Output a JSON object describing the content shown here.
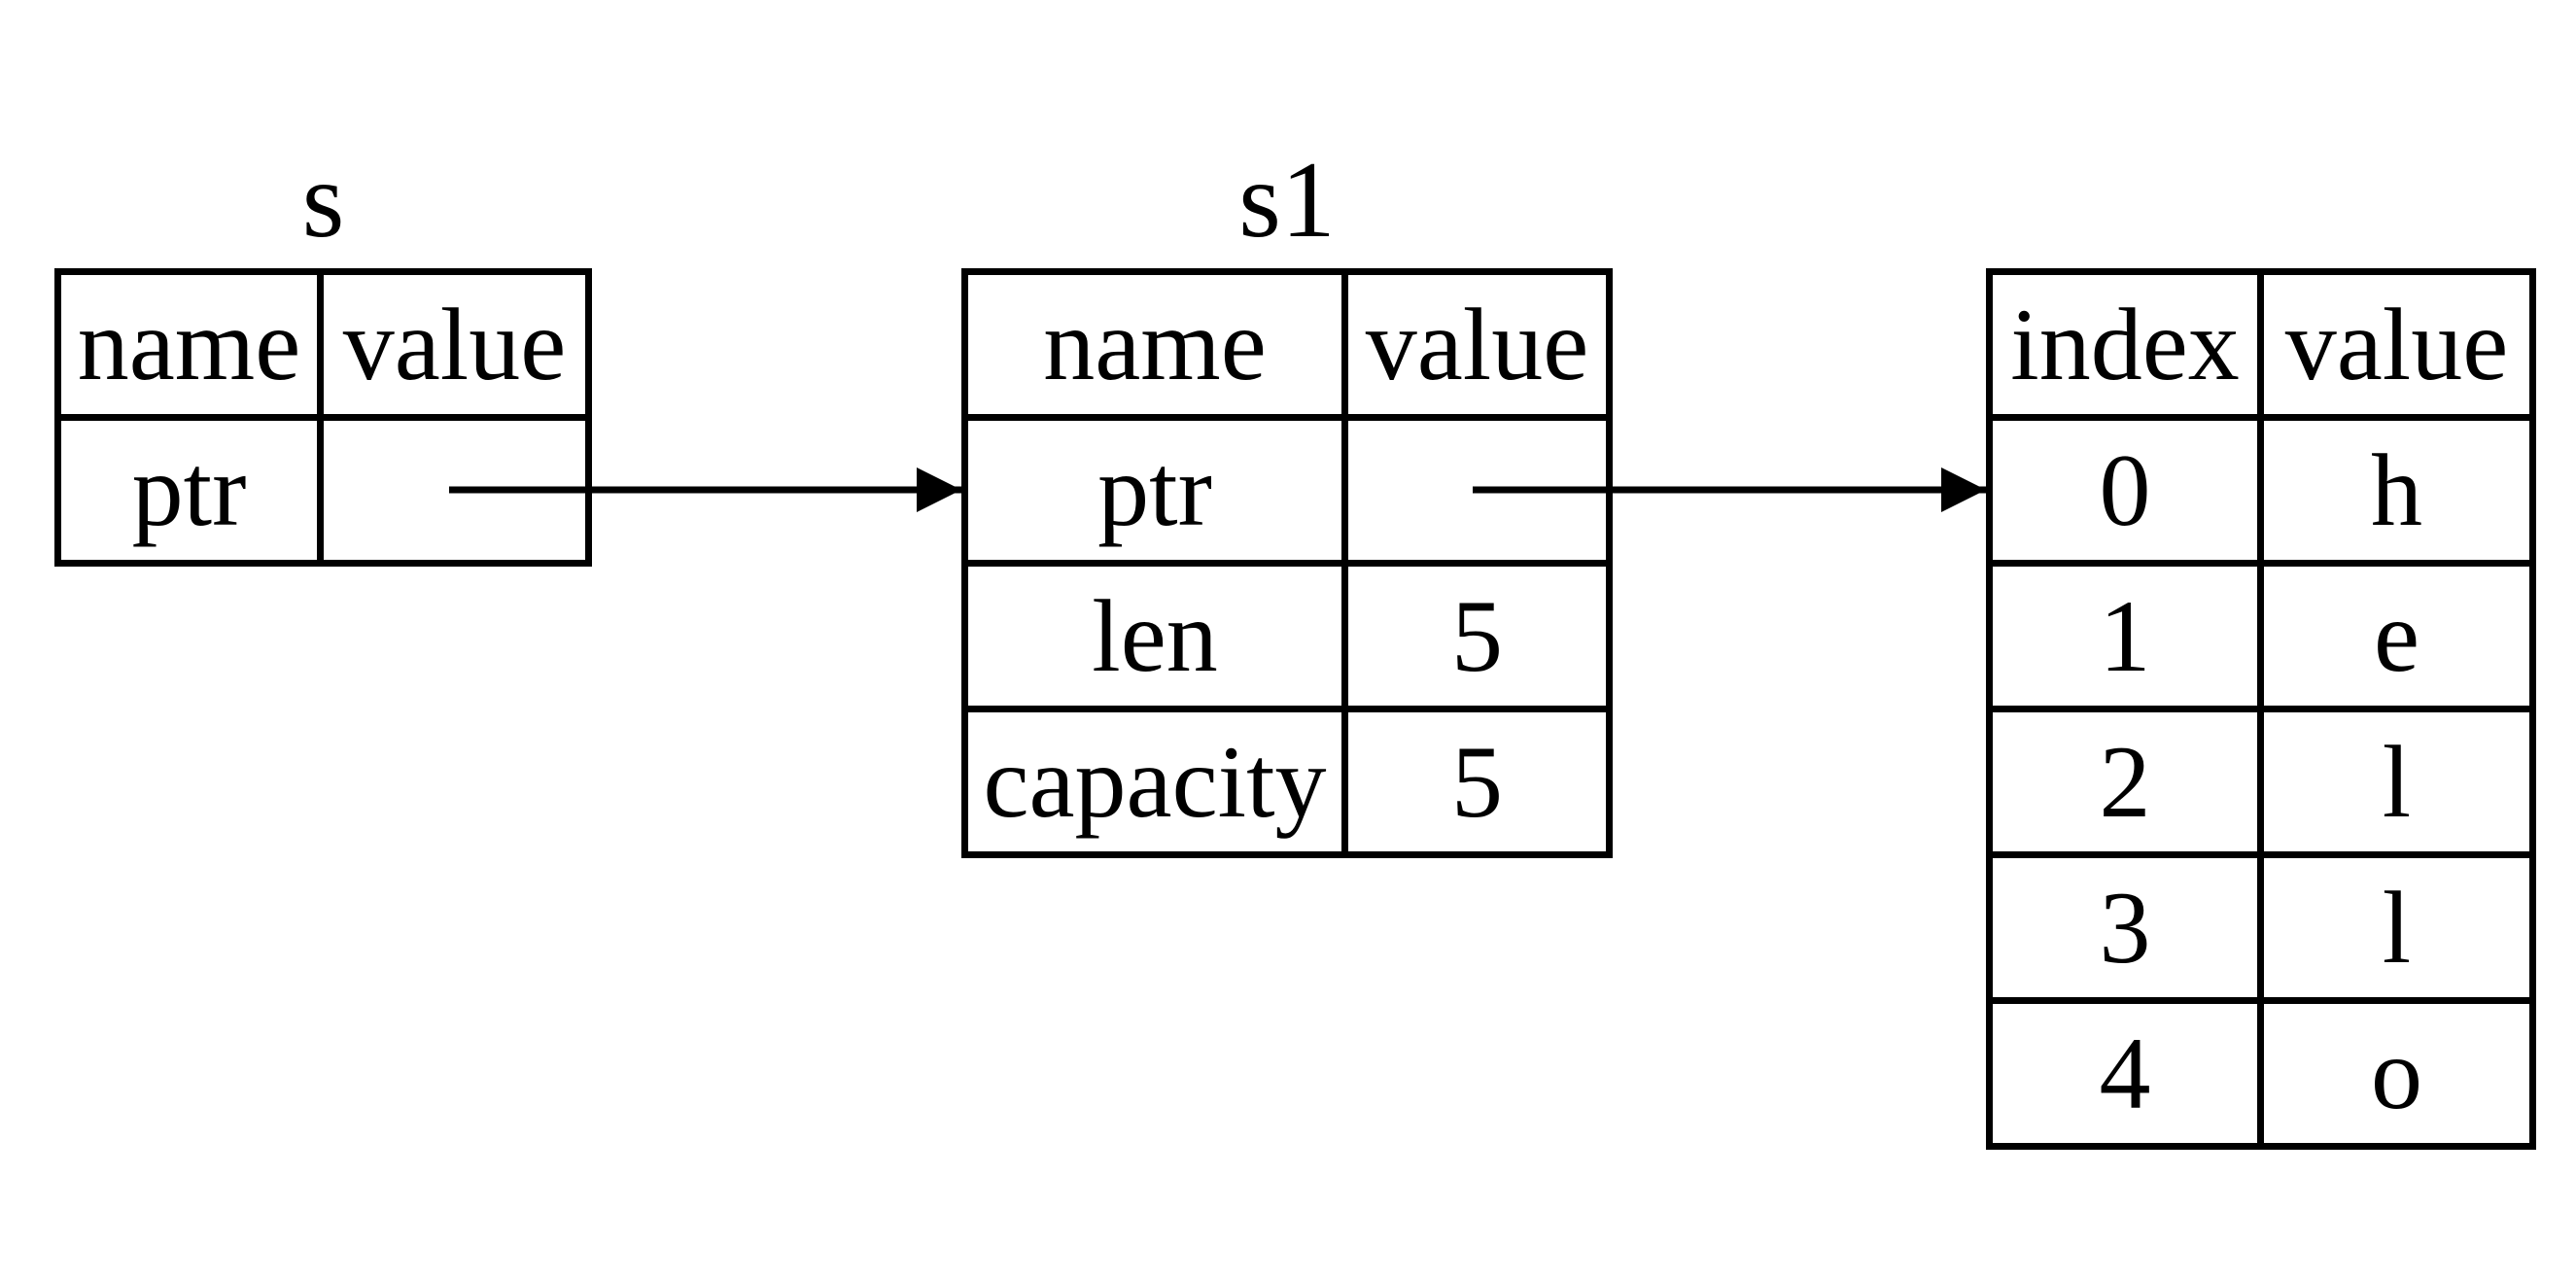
{
  "diagram": {
    "description": "stack-and-heap string memory layout",
    "colors": {
      "line": "#000000",
      "background": "#ffffff",
      "text": "#000000"
    }
  },
  "tables": [
    {
      "id": "s",
      "title": "s",
      "headers": [
        "name",
        "value"
      ],
      "rows": [
        {
          "name": "ptr",
          "value": ""
        }
      ]
    },
    {
      "id": "s1",
      "title": "s1",
      "headers": [
        "name",
        "value"
      ],
      "rows": [
        {
          "name": "ptr",
          "value": ""
        },
        {
          "name": "len",
          "value": "5"
        },
        {
          "name": "capacity",
          "value": "5"
        }
      ]
    },
    {
      "id": "heap",
      "title": "",
      "headers": [
        "index",
        "value"
      ],
      "rows": [
        {
          "name": "0",
          "value": "h"
        },
        {
          "name": "1",
          "value": "e"
        },
        {
          "name": "2",
          "value": "l"
        },
        {
          "name": "3",
          "value": "l"
        },
        {
          "name": "4",
          "value": "o"
        }
      ]
    }
  ],
  "arrows": [
    {
      "from": "s.ptr.value",
      "to": "s1"
    },
    {
      "from": "s1.ptr.value",
      "to": "heap.row-0"
    }
  ]
}
